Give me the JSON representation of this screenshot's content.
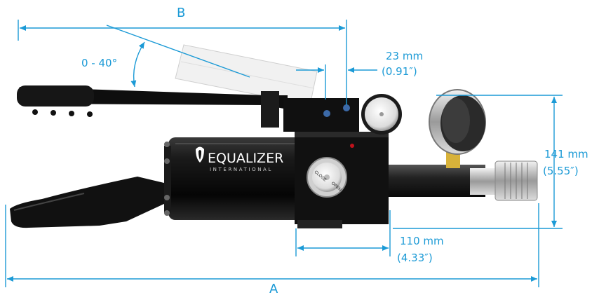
{
  "dimensions": {
    "b_label": "B",
    "a_label": "A",
    "angle": "0 - 40°",
    "offset_mm": "23 mm",
    "offset_in": "(0.91″)",
    "height_mm": "141 mm",
    "height_in": "(5.55″)",
    "depth_mm": "110 mm",
    "depth_in": "(4.33″)"
  },
  "brand": {
    "name": "EQUALIZER",
    "sub": "INTERNATIONAL"
  },
  "gauge": {
    "close": "CLOSE",
    "open": "OPEN"
  },
  "colors": {
    "dimension": "#1b9ad6",
    "body": "#111111",
    "accent_red": "#c0121b",
    "brass": "#d8b23a"
  }
}
